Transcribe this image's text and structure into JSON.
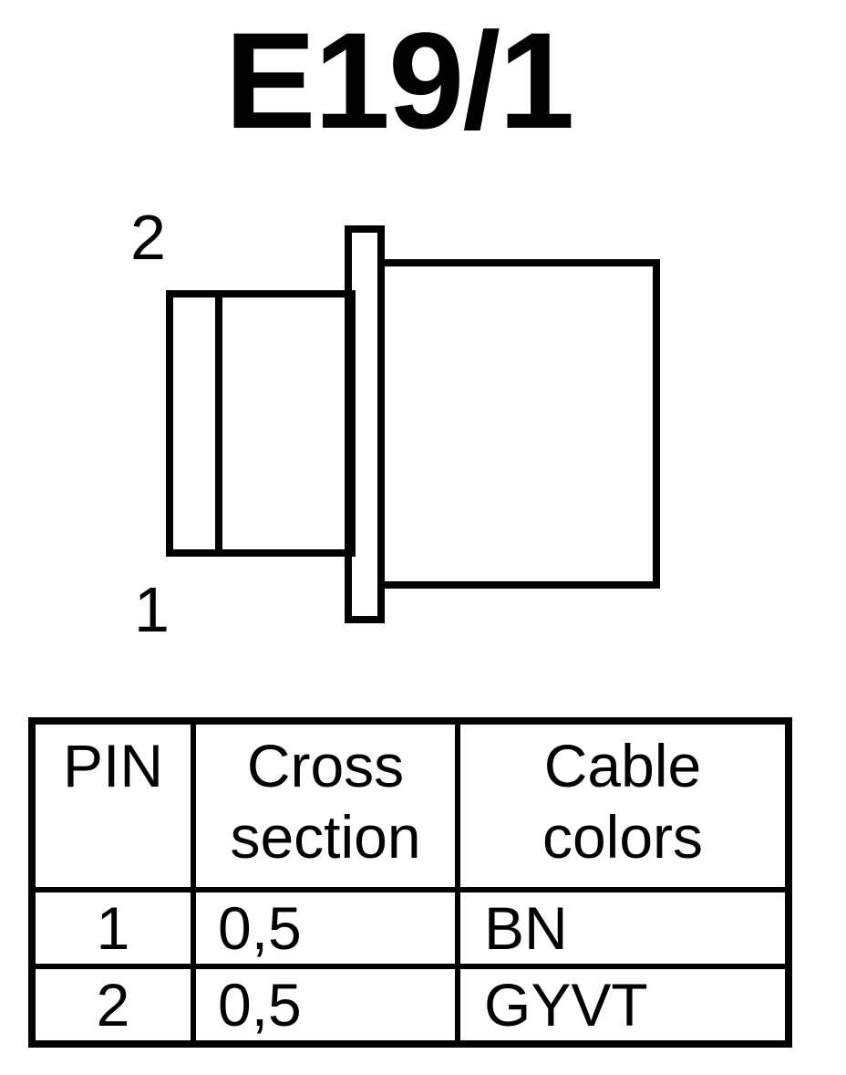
{
  "title": "E19/1",
  "connector": {
    "pin_top_label": "2",
    "pin_bottom_label": "1"
  },
  "table": {
    "headers": {
      "pin": [
        "PIN"
      ],
      "cross_section": [
        "Cross",
        "section"
      ],
      "cable_colors": [
        "Cable",
        "colors"
      ]
    },
    "rows": [
      {
        "pin": "1",
        "cross_section": "0,5",
        "color": "BN"
      },
      {
        "pin": "2",
        "cross_section": "0,5",
        "color": "GYVT"
      }
    ]
  }
}
